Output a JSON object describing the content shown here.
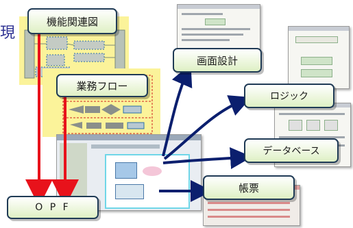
{
  "diagram": {
    "partial_text": "現",
    "nodes": {
      "kinou": "機能関連図",
      "gyoumu": "業務フロー",
      "opf": "O P F",
      "gamen": "画面設計",
      "logic": "ロジック",
      "db": "データベース",
      "chouhyou": "帳票"
    },
    "colors": {
      "box_border": "#1f3a55",
      "box_fill_bottom": "#dff0c4",
      "red_arrow": "#e8121b",
      "blue_arrow": "#0b1f6e",
      "highlight_yellow": "#fbf39a",
      "partial_text": "#2e3192"
    },
    "edges": [
      {
        "from": "機能関連図",
        "to": "O P F",
        "color": "red"
      },
      {
        "from": "業務フロー",
        "to": "O P F",
        "color": "red"
      },
      {
        "from": "OPF tool",
        "to": "画面設計",
        "color": "blue"
      },
      {
        "from": "OPF tool",
        "to": "ロジック",
        "color": "blue"
      },
      {
        "from": "OPF tool",
        "to": "データベース",
        "color": "blue"
      },
      {
        "from": "OPF tool",
        "to": "帳票",
        "color": "blue"
      }
    ]
  }
}
